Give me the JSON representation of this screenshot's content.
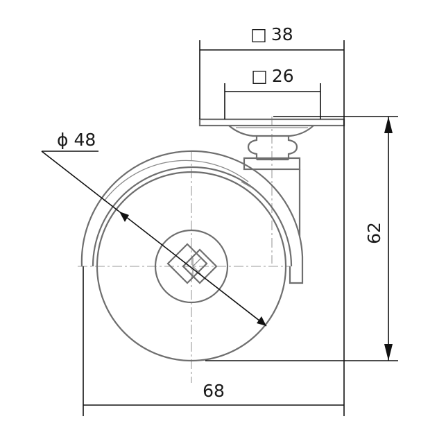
{
  "dimensions": {
    "plate_outer": {
      "symbol": "□",
      "value": "38"
    },
    "plate_inner": {
      "symbol": "□",
      "value": "26"
    },
    "wheel_diameter": {
      "symbol": "ϕ",
      "value": "48"
    },
    "height": "62",
    "width": "68"
  }
}
